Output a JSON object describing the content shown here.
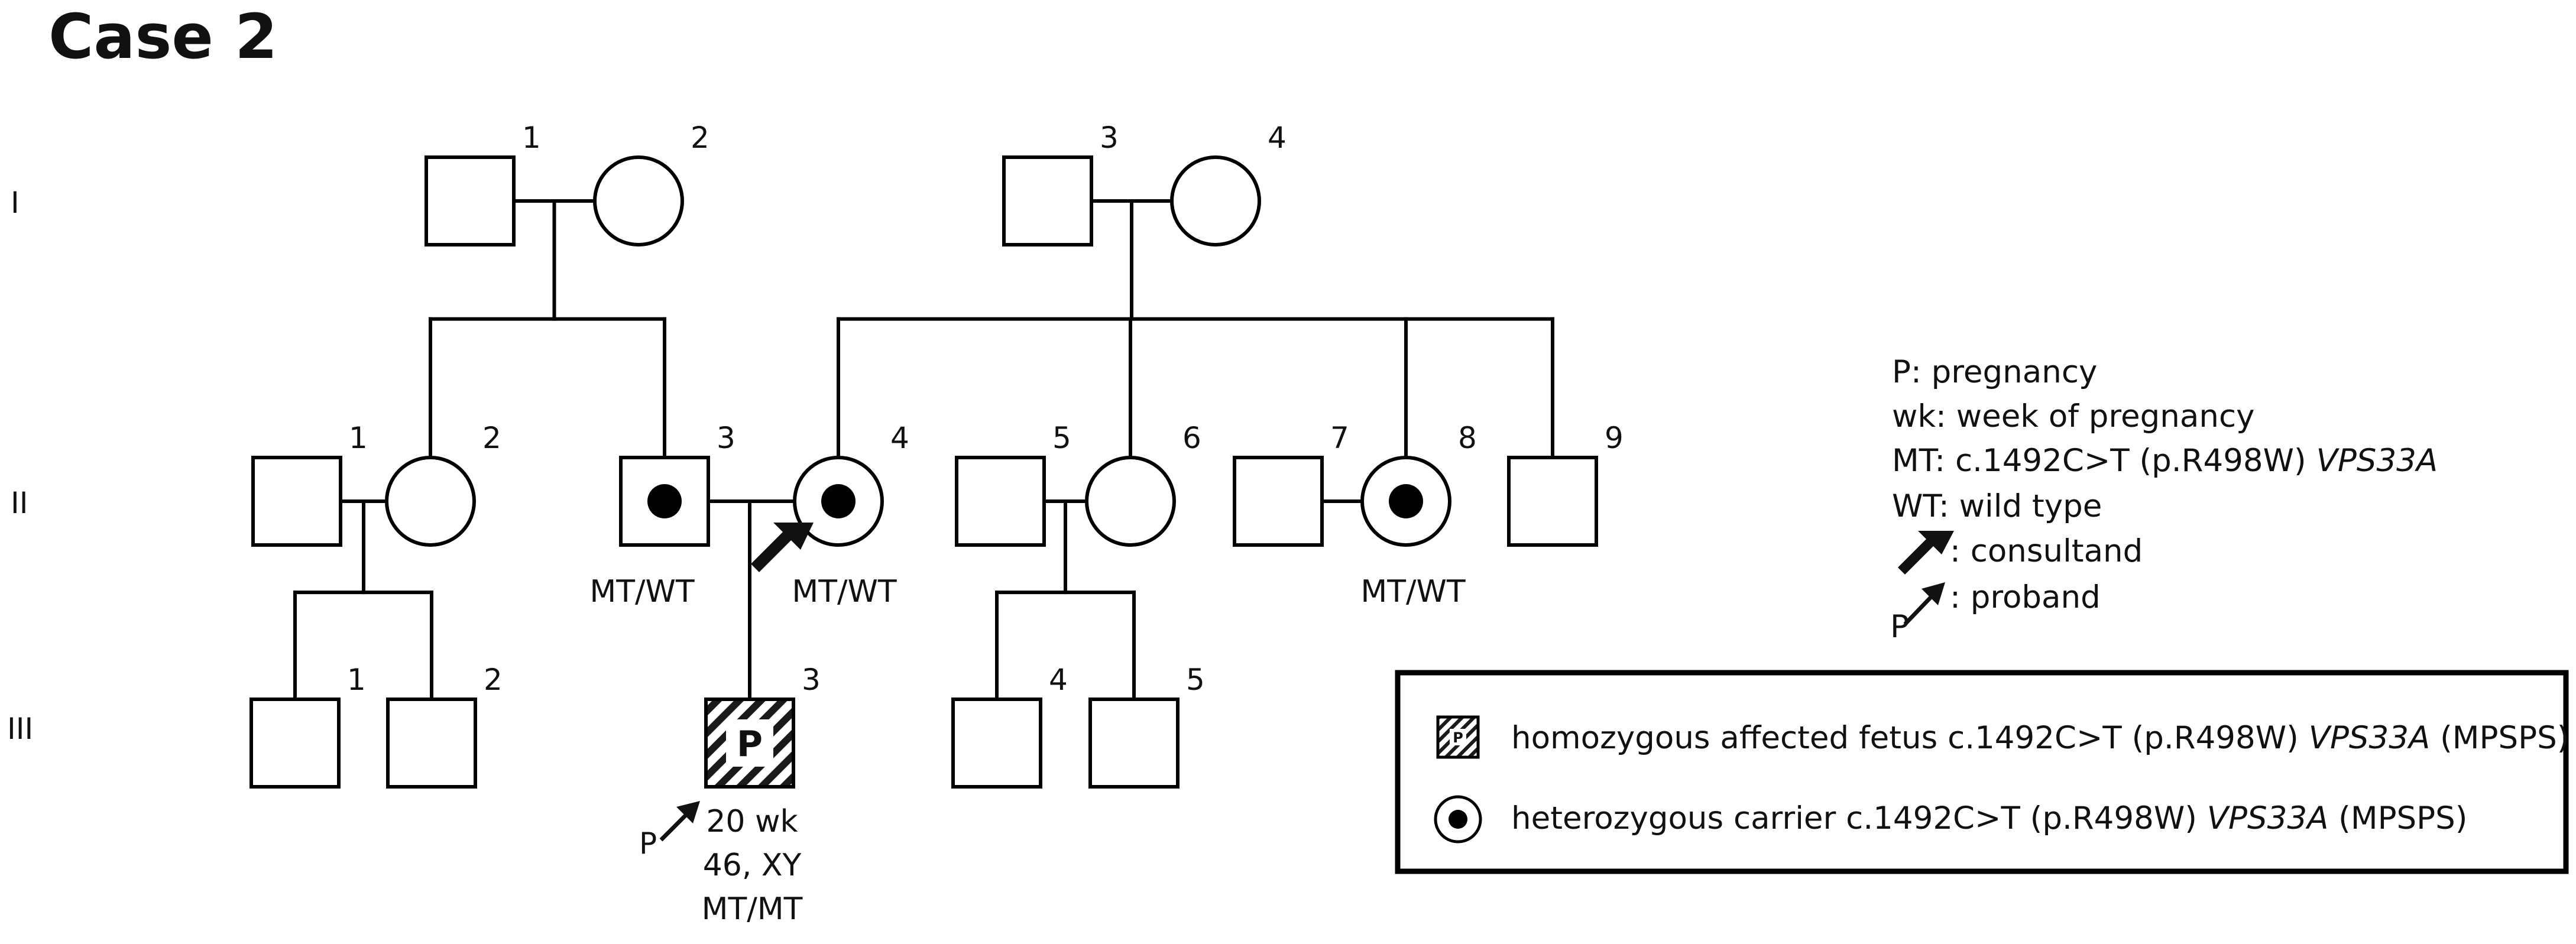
{
  "title": "Case 2",
  "generations": [
    "I",
    "II",
    "III"
  ],
  "individuals": [
    {
      "id": "I-1",
      "number": "1",
      "sex": "male",
      "status": "unaffected",
      "annotation": []
    },
    {
      "id": "I-2",
      "number": "2",
      "sex": "female",
      "status": "unaffected",
      "annotation": []
    },
    {
      "id": "I-3",
      "number": "3",
      "sex": "male",
      "status": "unaffected",
      "annotation": []
    },
    {
      "id": "I-4",
      "number": "4",
      "sex": "female",
      "status": "unaffected",
      "annotation": []
    },
    {
      "id": "II-1",
      "number": "1",
      "sex": "male",
      "status": "unaffected",
      "annotation": []
    },
    {
      "id": "II-2",
      "number": "2",
      "sex": "female",
      "status": "unaffected",
      "annotation": []
    },
    {
      "id": "II-3",
      "number": "3",
      "sex": "male",
      "status": "heterozygous carrier",
      "annotation": [
        "MT/WT"
      ]
    },
    {
      "id": "II-4",
      "number": "4",
      "sex": "female",
      "status": "heterozygous carrier",
      "consultand": true,
      "annotation": [
        "MT/WT"
      ]
    },
    {
      "id": "II-5",
      "number": "5",
      "sex": "male",
      "status": "unaffected",
      "annotation": []
    },
    {
      "id": "II-6",
      "number": "6",
      "sex": "female",
      "status": "unaffected",
      "annotation": []
    },
    {
      "id": "II-7",
      "number": "7",
      "sex": "male",
      "status": "unaffected",
      "annotation": []
    },
    {
      "id": "II-8",
      "number": "8",
      "sex": "female",
      "status": "heterozygous carrier",
      "annotation": [
        "MT/WT"
      ]
    },
    {
      "id": "II-9",
      "number": "9",
      "sex": "male",
      "status": "unaffected",
      "annotation": []
    },
    {
      "id": "III-1",
      "number": "1",
      "sex": "male",
      "status": "unaffected",
      "annotation": []
    },
    {
      "id": "III-2",
      "number": "2",
      "sex": "male",
      "status": "unaffected",
      "annotation": []
    },
    {
      "id": "III-3",
      "number": "3",
      "sex": "male",
      "status": "homozygous affected fetus",
      "pregnancy": true,
      "proband": true,
      "inner_label": "P",
      "annotation": [
        "20 wk",
        "46, XY",
        "MT/MT"
      ]
    },
    {
      "id": "III-4",
      "number": "4",
      "sex": "male",
      "status": "unaffected",
      "annotation": []
    },
    {
      "id": "III-5",
      "number": "5",
      "sex": "male",
      "status": "unaffected",
      "annotation": []
    }
  ],
  "marriages": [
    {
      "partners": [
        "I-1",
        "I-2"
      ],
      "children": [
        "II-2",
        "II-3"
      ]
    },
    {
      "partners": [
        "I-3",
        "I-4"
      ],
      "children": [
        "II-4",
        "II-6",
        "II-8",
        "II-9"
      ]
    },
    {
      "partners": [
        "II-1",
        "II-2"
      ],
      "children": [
        "III-1",
        "III-2"
      ]
    },
    {
      "partners": [
        "II-3",
        "II-4"
      ],
      "children": [
        "III-3"
      ]
    },
    {
      "partners": [
        "II-5",
        "II-6"
      ],
      "children": [
        "III-4",
        "III-5"
      ]
    },
    {
      "partners": [
        "II-7",
        "II-8"
      ],
      "children": []
    }
  ],
  "proband_marker": "P",
  "key": {
    "lines": [
      {
        "text": "P: pregnancy"
      },
      {
        "text": "wk: week of pregnancy"
      },
      {
        "text": "MT: c.1492C>T (p.R498W) ",
        "italic": "VPS33A"
      },
      {
        "text": "WT: wild type"
      },
      {
        "symbol": "consultand-arrow",
        "text": ": consultand"
      },
      {
        "symbol": "proband-arrow",
        "marker": "P",
        "text": ": proband"
      }
    ]
  },
  "legend": {
    "items": [
      {
        "symbol": "hatched-square",
        "marker": "P",
        "text": "homozygous affected fetus c.1492C>T (p.R498W) ",
        "italic": "VPS33A",
        "suffix": " (MPSPS)"
      },
      {
        "symbol": "dotted-circle",
        "text": "heterozygous carrier c.1492C>T (p.R498W) ",
        "italic": "VPS33A",
        "suffix": " (MPSPS)"
      }
    ]
  }
}
